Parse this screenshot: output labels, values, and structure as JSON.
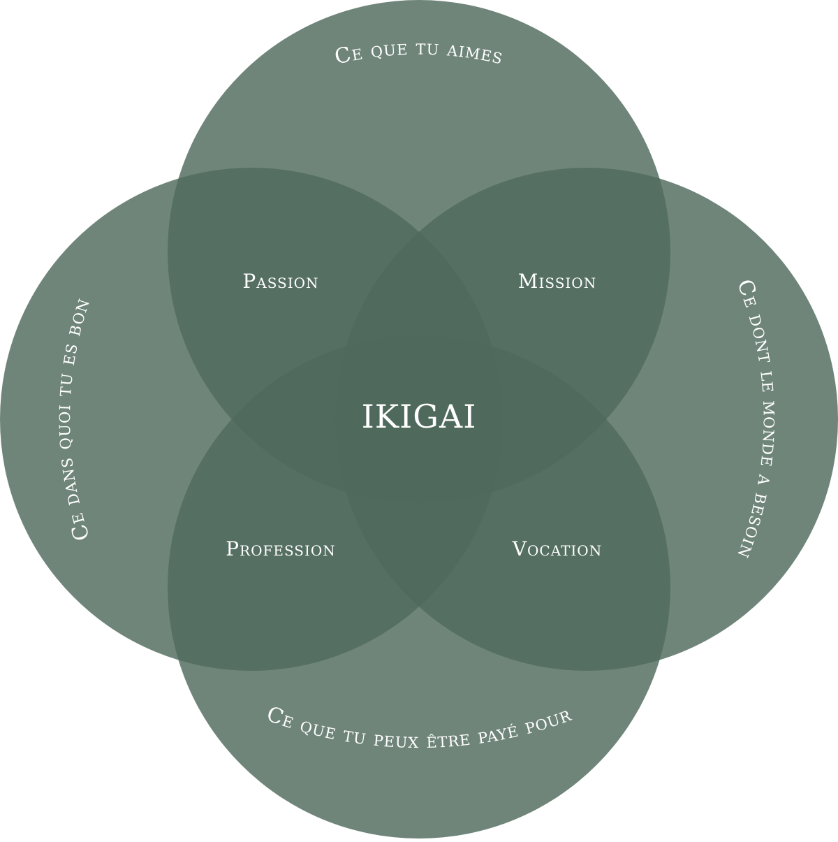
{
  "diagram": {
    "colors": {
      "background": "#ffffff",
      "circle_fill": "#4f6a5d",
      "text": "#ffffff"
    },
    "circles": {
      "top": "Ce que tu aimes",
      "right": "Ce dont le monde a besoin",
      "bottom": "Ce que tu peux être payé pour",
      "left": "Ce dans quoi tu es bon"
    },
    "regions": {
      "passion": "Passion",
      "mission": "Mission",
      "profession": "Profession",
      "vocation": "Vocation"
    },
    "center": "IKIGAI"
  }
}
